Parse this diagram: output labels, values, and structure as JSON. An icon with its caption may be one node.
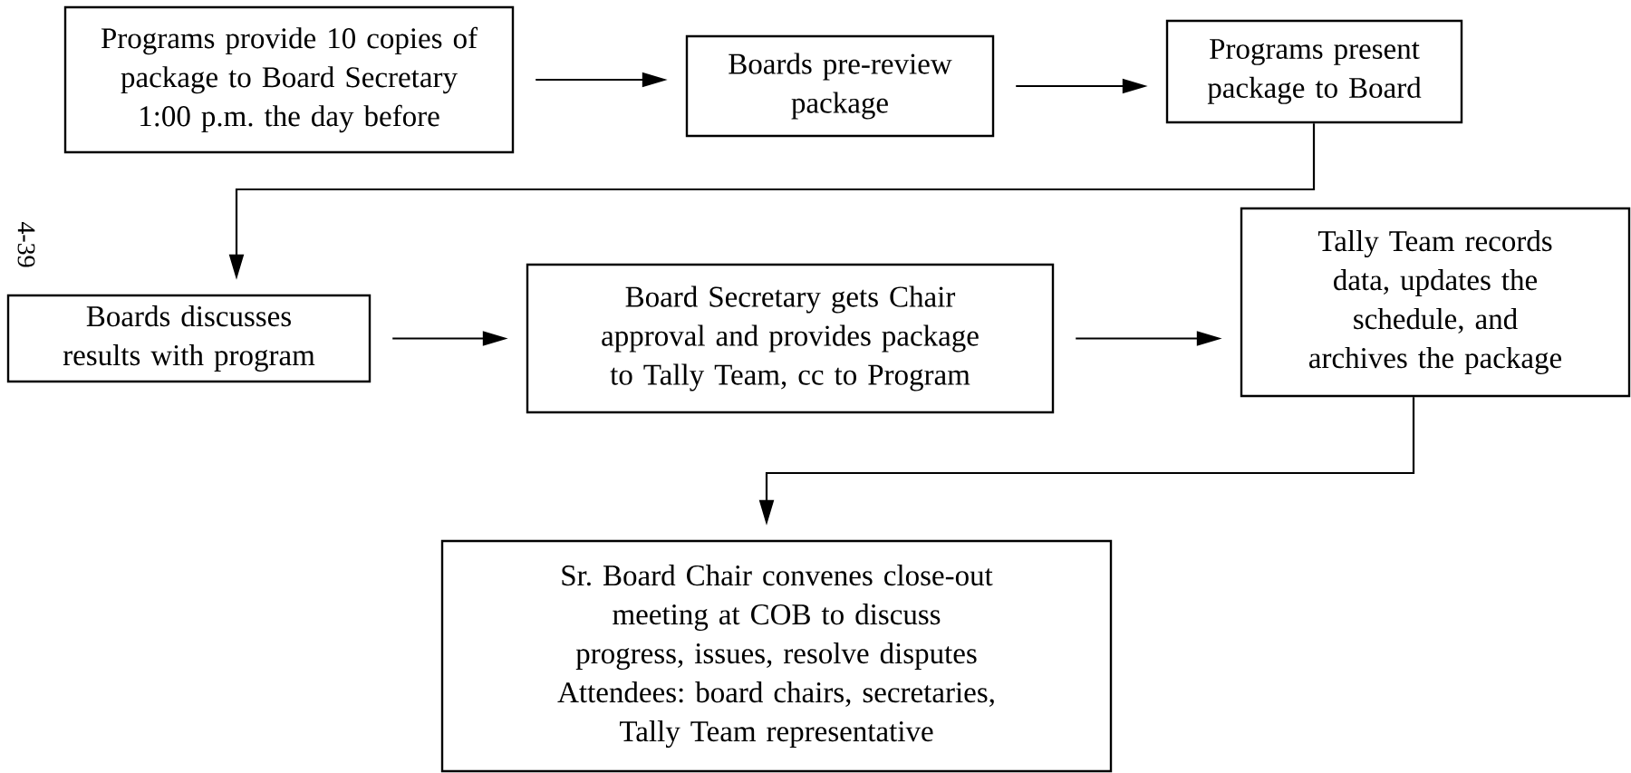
{
  "diagram": {
    "nodes": [
      {
        "text": [
          "Programs provide 10 copies of package to Board Secretary 1:00 p.m. the day before"
        ]
      },
      {
        "text": [
          "Boards pre-review package"
        ]
      },
      {
        "text": [
          "Programs present package to Board"
        ]
      },
      {
        "text": [
          "Boards discusses results with program"
        ]
      },
      {
        "text": [
          "Board Secretary gets Chair approval and provides package to Tally Team, cc to Program"
        ]
      },
      {
        "text": [
          "Tally Team records data, updates the schedule, and archives the package"
        ]
      },
      {
        "text": [
          "Sr. Board Chair convenes close-out meeting at COB to discuss progress, issues, resolve disputes",
          "Attendees: board chairs, secretaries, Tally Team representative"
        ]
      }
    ],
    "edges": [
      {
        "from": 0,
        "to": 1,
        "arrow": "to"
      },
      {
        "from": 1,
        "to": 2,
        "arrow": "to"
      },
      {
        "from": 2,
        "to": 3,
        "arrow": "to"
      },
      {
        "from": 3,
        "to": 4,
        "arrow": "to"
      },
      {
        "from": 4,
        "to": 5,
        "arrow": "to"
      },
      {
        "from": 5,
        "to": 6,
        "arrow": "to"
      }
    ],
    "labels": [
      "4-39"
    ]
  }
}
